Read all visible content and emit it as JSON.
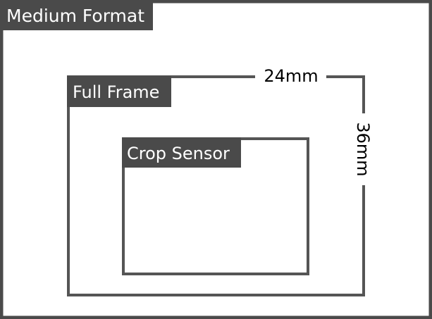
{
  "labels": {
    "medium_format": "Medium Format",
    "full_frame": "Full Frame",
    "crop_sensor": "Crop Sensor",
    "width_dimension": "24mm",
    "height_dimension": "36mm"
  },
  "colors": {
    "outer_border": "#4a4a4a",
    "frame_stroke": "#555555",
    "label_background": "#4a4a4a",
    "label_text": "#ffffff",
    "dimension_text": "#000000"
  }
}
